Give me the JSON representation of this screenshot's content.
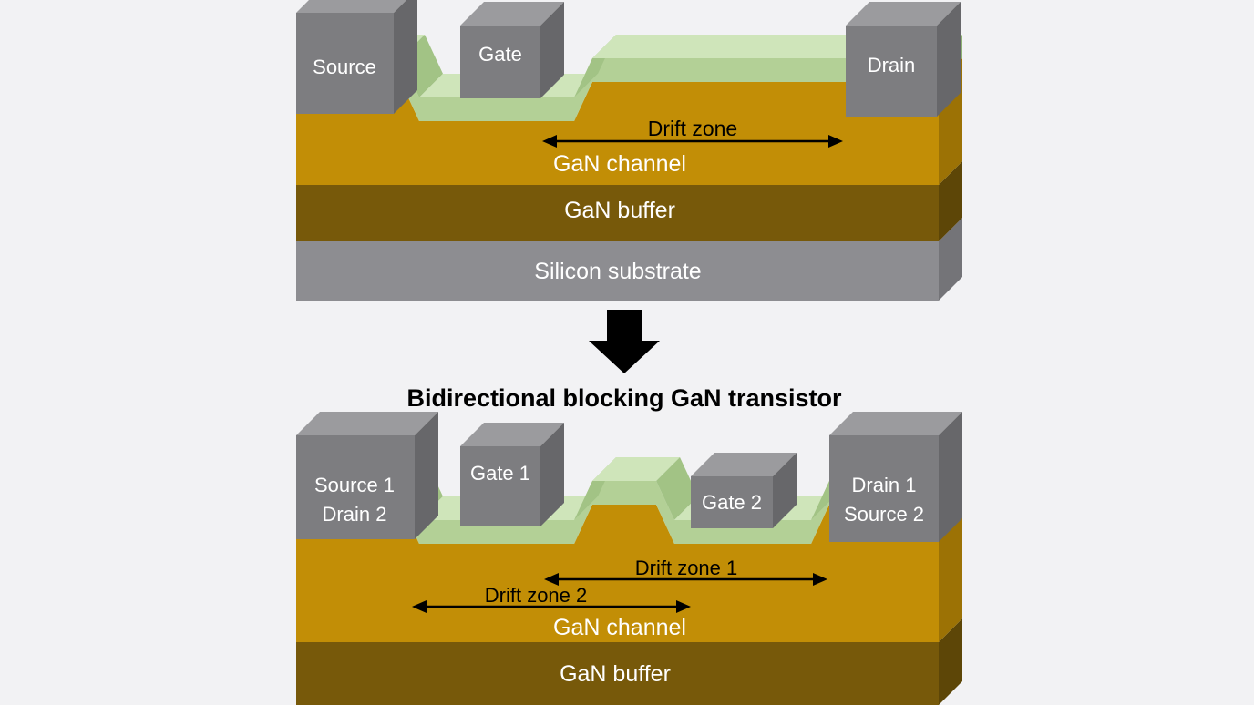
{
  "colors": {
    "background": "#f2f2f4",
    "metal_front": "#7d7d80",
    "metal_top": "#9b9b9e",
    "metal_side": "#67676a",
    "green_front": "#b3d096",
    "green_top": "#cfe5ba",
    "green_wall": "#a2c385",
    "green_side": "#8fb274",
    "gold_front": "#c28e06",
    "gold_side": "#9c7205",
    "buffer_front": "#77590a",
    "buffer_side": "#5d4607",
    "substrate_front": "#8d8d91",
    "substrate_side": "#747478",
    "arrow_black": "#000000",
    "label_light": "#ffffff",
    "label_dark": "#000000"
  },
  "top_diagram": {
    "source_label": "Source",
    "gate_label": "Gate",
    "drain_label": "Drain",
    "drift_zone_label": "Drift zone",
    "channel_label": "GaN channel",
    "buffer_label": "GaN buffer",
    "substrate_label": "Silicon substrate"
  },
  "transition": {
    "title": "Bidirectional blocking GaN transistor"
  },
  "bottom_diagram": {
    "source1_label": "Source 1",
    "drain2_label": "Drain 2",
    "gate1_label": "Gate 1",
    "gate2_label": "Gate 2",
    "drain1_label": "Drain 1",
    "source2_label": "Source 2",
    "drift_zone1_label": "Drift zone 1",
    "drift_zone2_label": "Drift zone 2",
    "channel_label": "GaN channel",
    "buffer_label": "GaN buffer"
  }
}
